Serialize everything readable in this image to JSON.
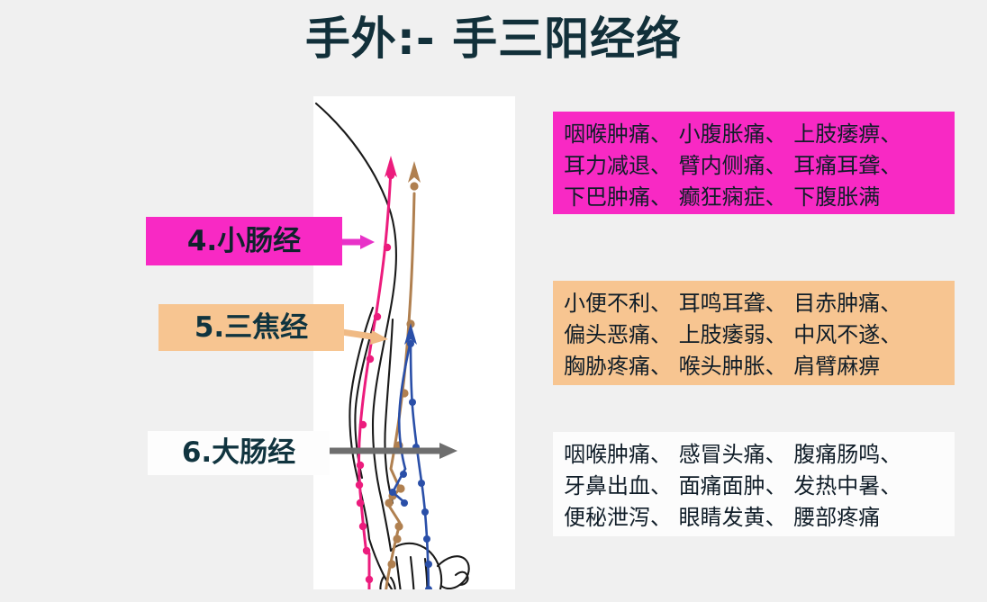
{
  "page": {
    "background_color": "#f0f0f0",
    "title": "手外:- 手三阳经络",
    "title_color": "#12303a"
  },
  "illustration": {
    "name": "arm-meridian-diagram",
    "background_color": "#ffffff",
    "description": "手臂外侧经络图",
    "meridian_colors": {
      "small_intestine": "#ec1c7d",
      "triple_burner": "#b08050",
      "large_intestine": "#2a4fa8",
      "arm_outline": "#1a1a1a"
    }
  },
  "labels": [
    {
      "id": "label-4",
      "text": "4.小肠经",
      "background": "#f829c4",
      "text_color": "#10222c",
      "connector_color": "#e832c8"
    },
    {
      "id": "label-5",
      "text": "5.三焦经",
      "background": "#f7c591",
      "text_color": "#10343f",
      "connector_color": "#f0ba84"
    },
    {
      "id": "label-6",
      "text": "6.大肠经",
      "background": "#fdfdfd",
      "text_color": "#10343f",
      "connector_color": "#6e6e6e"
    }
  ],
  "symptom_boxes": [
    {
      "id": "sym-box-1",
      "background": "#f829c4",
      "lines": [
        "咽喉肿痛、 小腹胀痛、 上肢痿痹、",
        "耳力减退、 臂内侧痛、 耳痛耳聋、",
        "下巴肿痛、 癫狂痫症、 下腹胀满"
      ]
    },
    {
      "id": "sym-box-2",
      "background": "#f7c591",
      "lines": [
        "小便不利、 耳鸣耳聋、 目赤肿痛、",
        "偏头恶痛、 上肢痿弱、 中风不遂、",
        "胸胁疼痛、 喉头肿胀、 肩臂麻痹"
      ]
    },
    {
      "id": "sym-box-3",
      "background": "#fcfcfc",
      "lines": [
        "咽喉肿痛、 感冒头痛、 腹痛肠鸣、",
        "牙鼻出血、 面痛面肿、 发热中暑、",
        "便秘泄泻、 眼睛发黄、 腰部疼痛"
      ]
    }
  ]
}
